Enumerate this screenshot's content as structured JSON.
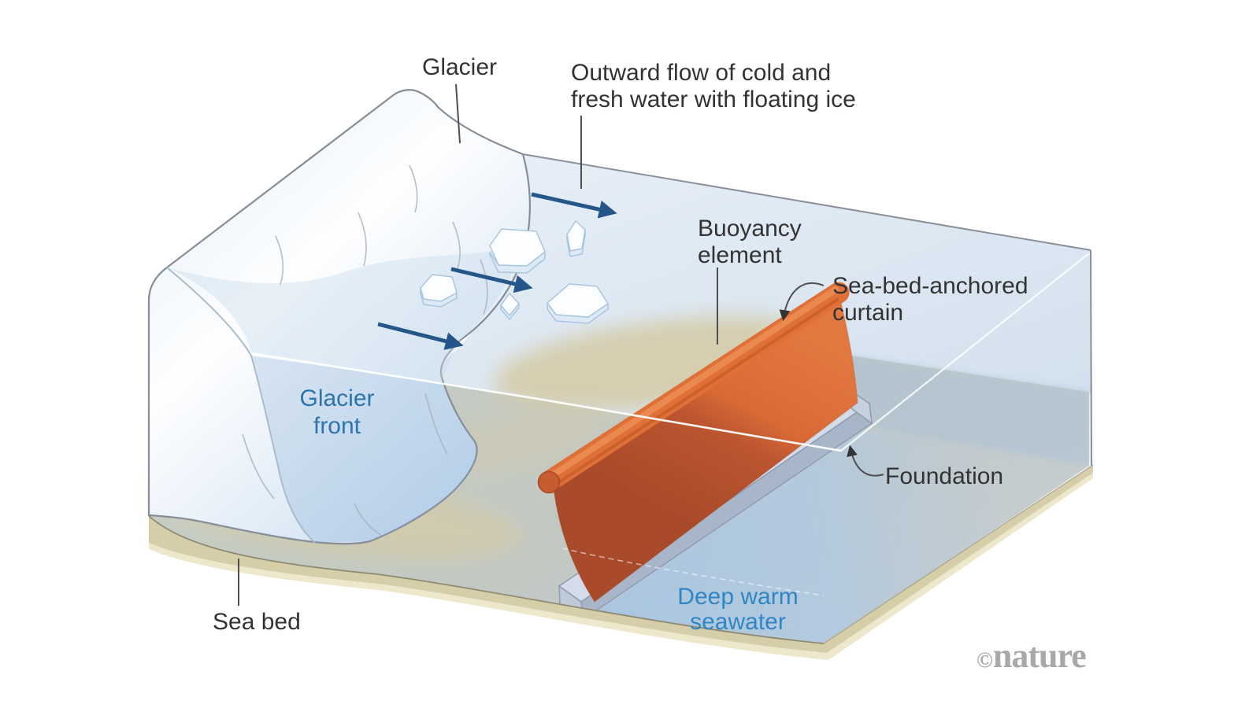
{
  "figure": {
    "type": "scientific-diagram",
    "subject": "Sea-bed-anchored curtain shielding a glacier front from deep warm seawater",
    "style": "3D cutaway illustration",
    "background": "#ffffff"
  },
  "labels": {
    "glacier": "Glacier",
    "outward_flow": {
      "line1": "Outward flow of cold and",
      "line2": "fresh water with floating ice"
    },
    "buoyancy": {
      "line1": "Buoyancy",
      "line2": "element"
    },
    "curtain": {
      "line1": "Sea-bed-anchored",
      "line2": "curtain"
    },
    "glacier_front": {
      "line1": "Glacier",
      "line2": "front"
    },
    "foundation": "Foundation",
    "sea_bed": "Sea bed",
    "deep_warm": {
      "line1": "Deep warm",
      "line2": "seawater"
    },
    "watermark_copyright": "©",
    "watermark_brand": "nature"
  },
  "annotations": {
    "flow_arrows": {
      "count": 3,
      "direction": "left-to-right outward from glacier front",
      "color": "#24568A"
    },
    "waterline": "white line across cut plane from glacier front to back right corner",
    "ice_floes": {
      "count": 5,
      "description": "floating ice pieces near glacier front"
    }
  },
  "colors": {
    "label_dark": "#333333",
    "label_blue": "#2C74AC",
    "label_blue_light": "#2F86C4",
    "arrow_blue": "#24568A",
    "curtain_orange": "#DF7038",
    "curtain_underwater": "#AC4B2B",
    "buoyancy_tube": "#E1743C",
    "foundation_gray": "#A9B6C9",
    "sea_bed_tan": "#D6CEA9",
    "water_surface": "#D8E4F0",
    "glacier_ice": "#EAF2F9",
    "watermark_gray": "#A8A8A8"
  }
}
